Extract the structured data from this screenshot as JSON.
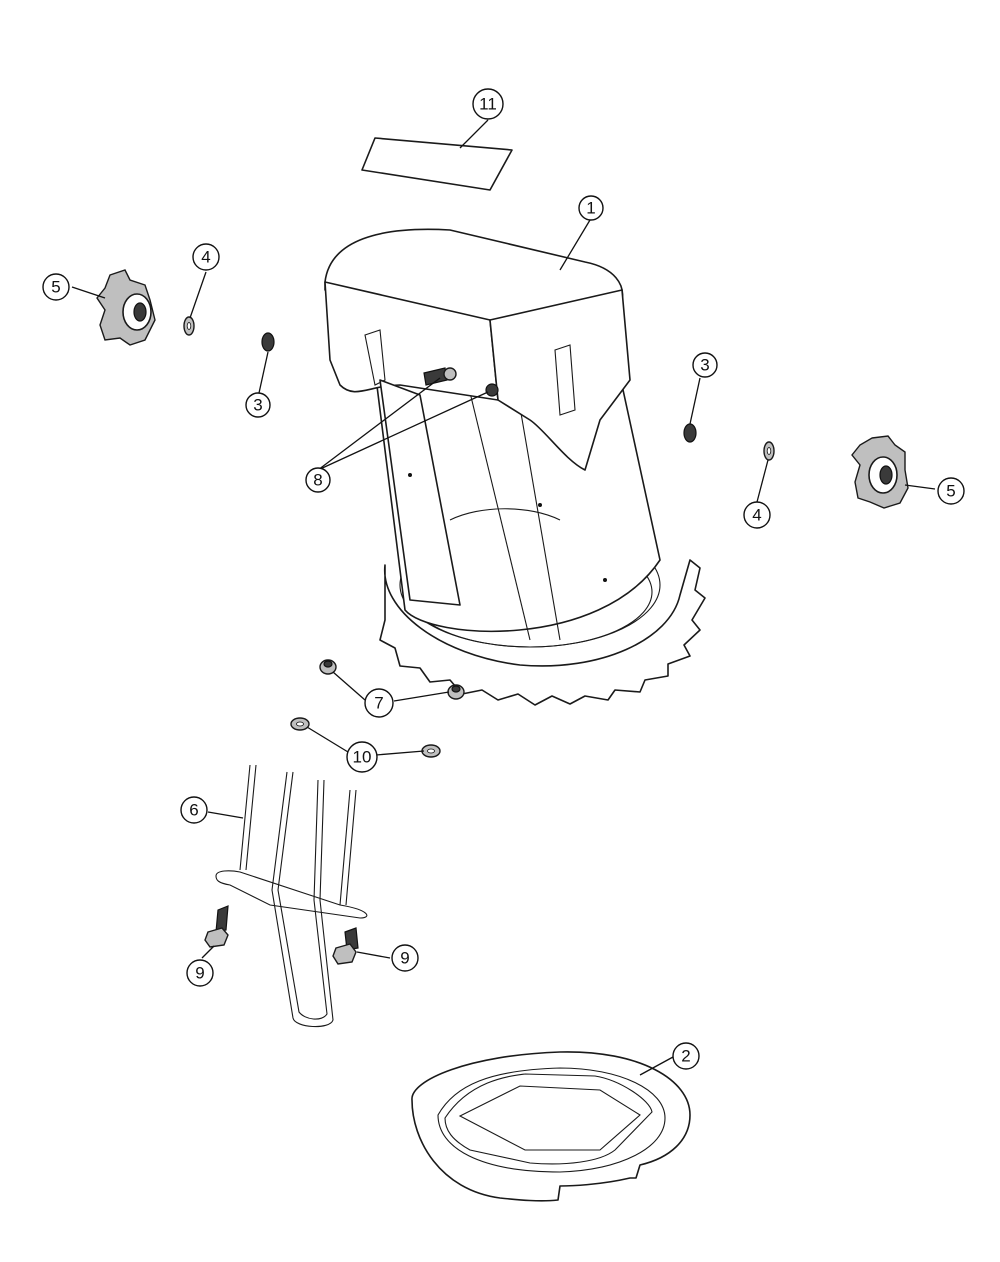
{
  "callouts": [
    {
      "id": "c11",
      "label": "11"
    },
    {
      "id": "c1",
      "label": "1"
    },
    {
      "id": "c5a",
      "label": "5"
    },
    {
      "id": "c4a",
      "label": "4"
    },
    {
      "id": "c3a",
      "label": "3"
    },
    {
      "id": "c3b",
      "label": "3"
    },
    {
      "id": "c8",
      "label": "8"
    },
    {
      "id": "c4b",
      "label": "4"
    },
    {
      "id": "c5b",
      "label": "5"
    },
    {
      "id": "c7",
      "label": "7"
    },
    {
      "id": "c10",
      "label": "10"
    },
    {
      "id": "c6",
      "label": "6"
    },
    {
      "id": "c9a",
      "label": "9"
    },
    {
      "id": "c9b",
      "label": "9"
    },
    {
      "id": "c2",
      "label": "2"
    }
  ]
}
